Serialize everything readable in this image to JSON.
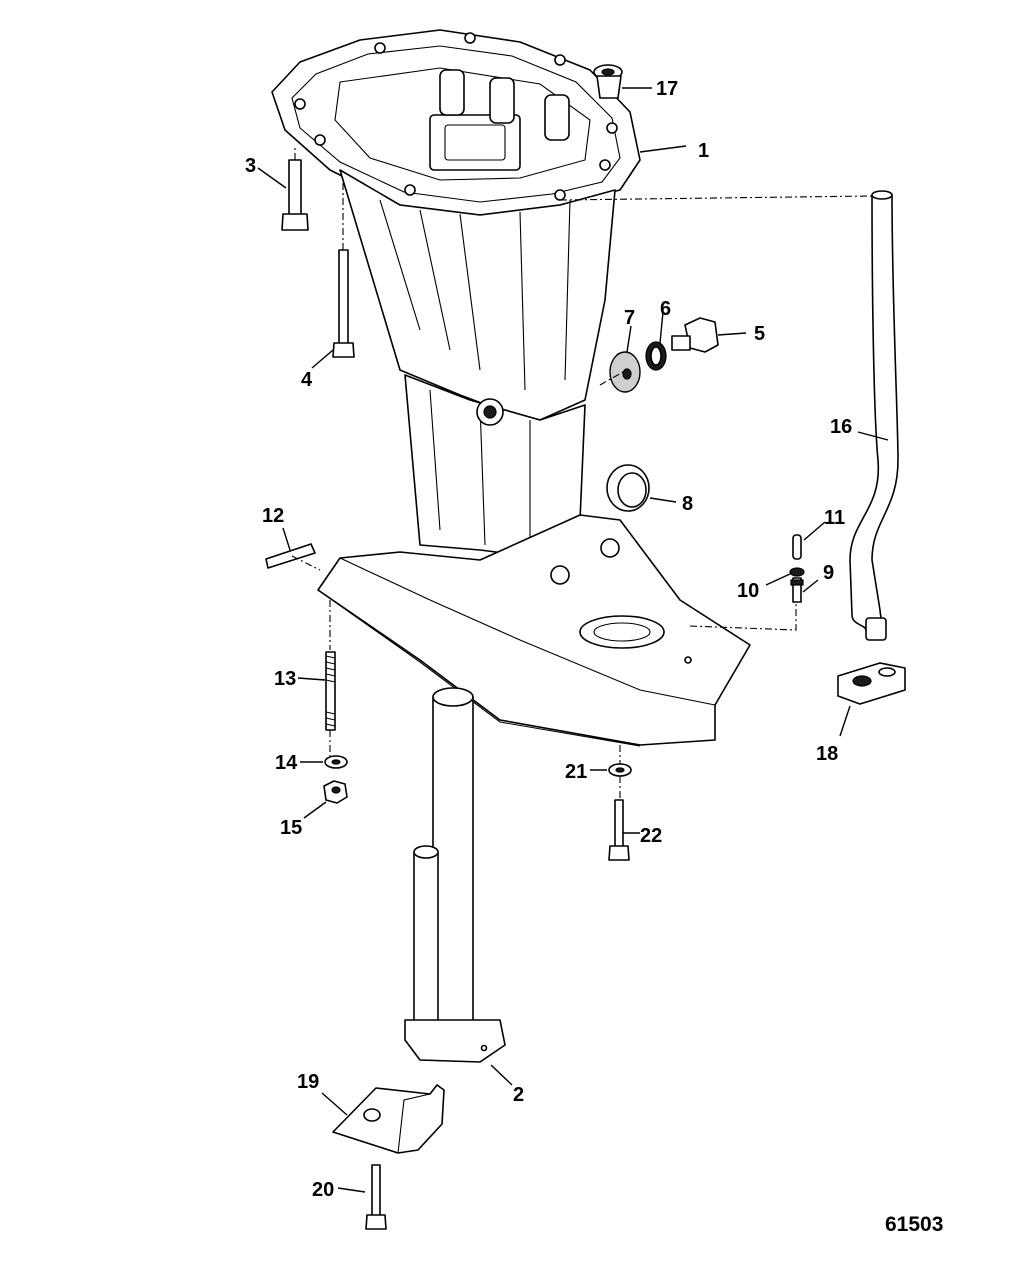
{
  "figure_id": "61503",
  "callouts": [
    {
      "key": "c1",
      "label": "1"
    },
    {
      "key": "c2",
      "label": "2"
    },
    {
      "key": "c3",
      "label": "3"
    },
    {
      "key": "c4",
      "label": "4"
    },
    {
      "key": "c5",
      "label": "5"
    },
    {
      "key": "c6",
      "label": "6"
    },
    {
      "key": "c7",
      "label": "7"
    },
    {
      "key": "c8",
      "label": "8"
    },
    {
      "key": "c9",
      "label": "9"
    },
    {
      "key": "c10",
      "label": "10"
    },
    {
      "key": "c11",
      "label": "11"
    },
    {
      "key": "c12",
      "label": "12"
    },
    {
      "key": "c13",
      "label": "13"
    },
    {
      "key": "c14",
      "label": "14"
    },
    {
      "key": "c15",
      "label": "15"
    },
    {
      "key": "c16",
      "label": "16"
    },
    {
      "key": "c17",
      "label": "17"
    },
    {
      "key": "c18",
      "label": "18"
    },
    {
      "key": "c19",
      "label": "19"
    },
    {
      "key": "c20",
      "label": "20"
    },
    {
      "key": "c21",
      "label": "21"
    },
    {
      "key": "c22",
      "label": "22"
    }
  ]
}
